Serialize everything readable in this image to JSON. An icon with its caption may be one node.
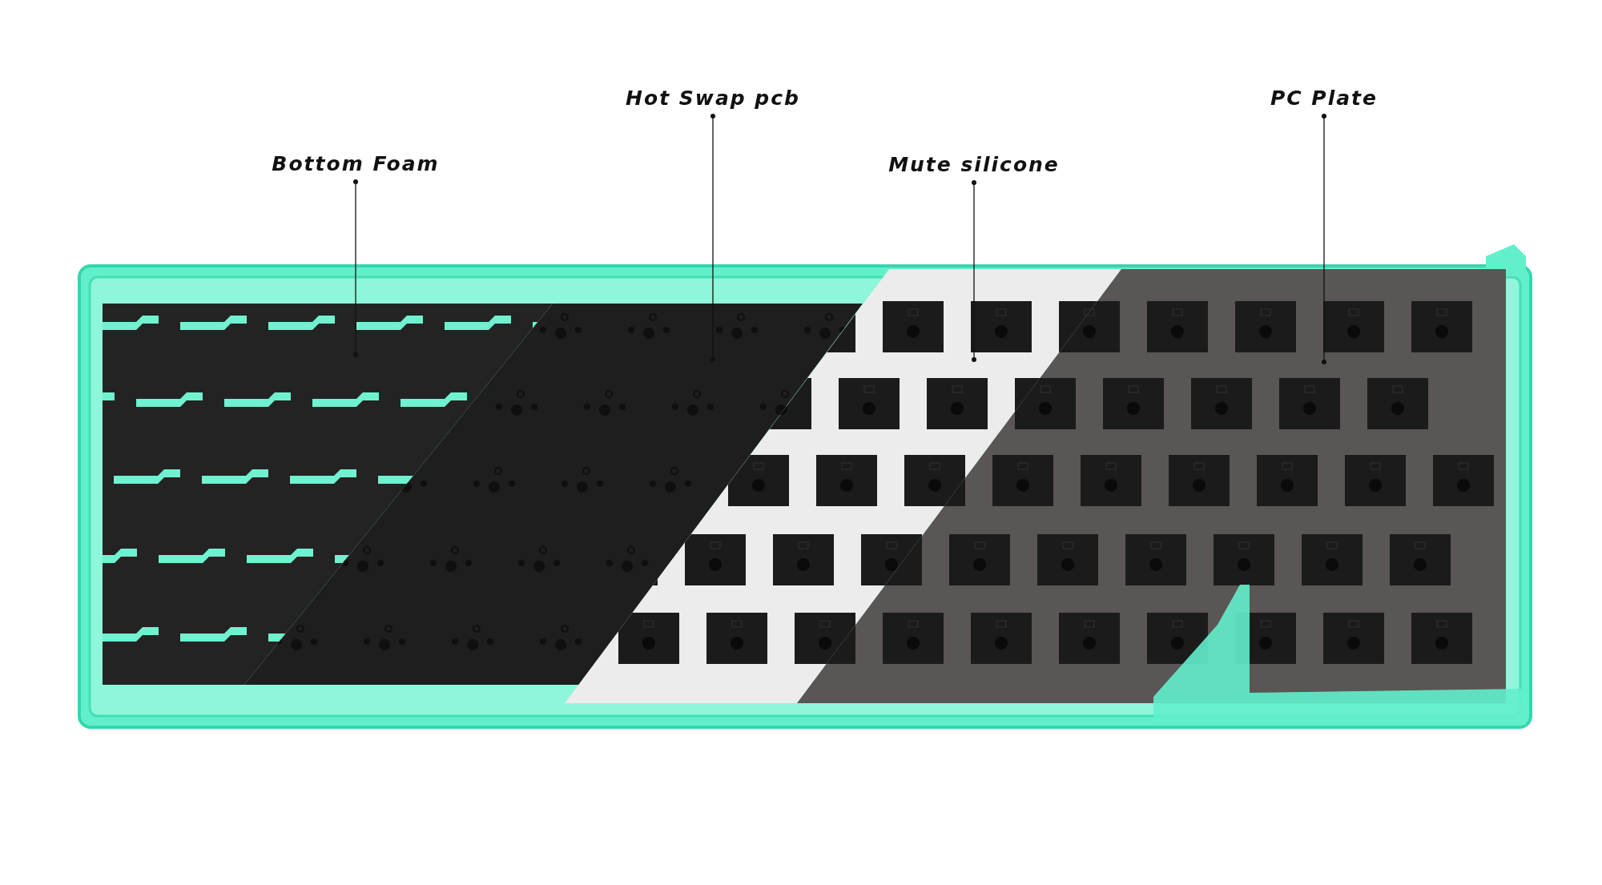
{
  "diagram": {
    "nodes": [
      {
        "text": [
          "Bottom Foam"
        ]
      },
      {
        "text": [
          "Hot Swap pcb"
        ]
      },
      {
        "text": [
          "Mute silicone"
        ]
      },
      {
        "text": [
          "PC Plate"
        ]
      },
      {
        "text": [],
        "shape": "picture"
      },
      {
        "text": [],
        "shape": "picture"
      },
      {
        "text": [],
        "shape": "picture"
      },
      {
        "text": [],
        "shape": "picture"
      }
    ],
    "edges": [
      {
        "from": 0,
        "to": 4,
        "arrow": "other"
      },
      {
        "from": 1,
        "to": 5,
        "arrow": "other"
      },
      {
        "from": 2,
        "to": 6,
        "arrow": "other"
      },
      {
        "from": 3,
        "to": 7,
        "arrow": "other"
      }
    ]
  }
}
